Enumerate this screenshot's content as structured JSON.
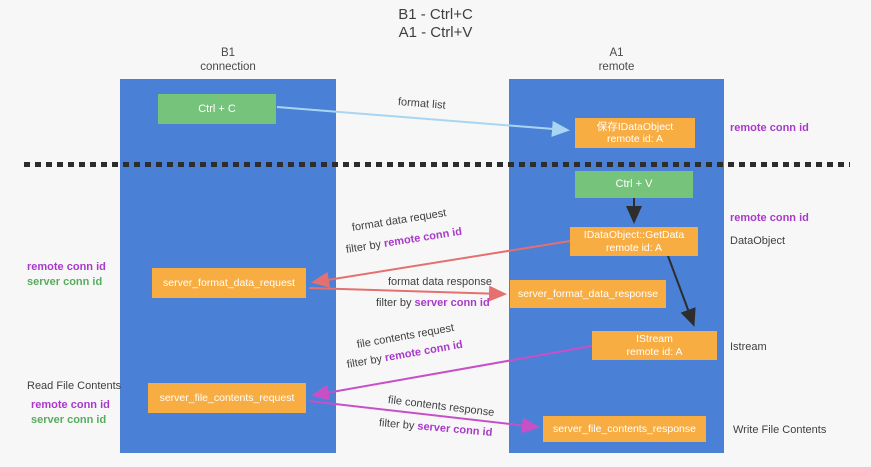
{
  "title": {
    "line1": "B1 - Ctrl+C",
    "line2": "A1 - Ctrl+V"
  },
  "lanes": {
    "left": {
      "title": "B1",
      "subtitle": "connection"
    },
    "right": {
      "title": "A1",
      "subtitle": "remote"
    }
  },
  "nodes": {
    "ctrl_c": {
      "label": "Ctrl + C"
    },
    "ctrl_v": {
      "label": "Ctrl + V"
    },
    "saved_obj": {
      "label": "保存IDataObject",
      "sub": "remote id: A"
    },
    "getdata": {
      "label": "IDataObject::GetData",
      "sub": "remote id: A"
    },
    "istream": {
      "label": "IStream",
      "sub": "remote id: A"
    },
    "fmt_req": {
      "label": "server_format_data_request"
    },
    "fmt_resp": {
      "label": "server_format_data_response"
    },
    "file_req": {
      "label": "server_file_contents_request"
    },
    "file_resp": {
      "label": "server_file_contents_response"
    }
  },
  "labels": {
    "format_list": "format list",
    "format_data_request": "format data request",
    "format_data_response": "format data response",
    "file_contents_request": "file contents request",
    "file_contents_response": "file contents response",
    "filter_by": "filter by ",
    "remote_conn_id": "remote conn id",
    "server_conn_id": "server conn id",
    "dataobject": "DataObject",
    "istream_side": "Istream",
    "read_file_contents": "Read File Contents",
    "write_file_contents": "Write File Contents"
  },
  "colors": {
    "lane_blue": "#4a80d5",
    "node_orange": "#f8ad43",
    "node_green": "#76c47c",
    "arrow_lightblue": "#a8d5f2",
    "arrow_red": "#e57070",
    "arrow_magenta": "#c750c7",
    "arrow_black": "#2d2d2d",
    "text_purple": "#a93ac9",
    "text_green": "#57ad5b"
  }
}
